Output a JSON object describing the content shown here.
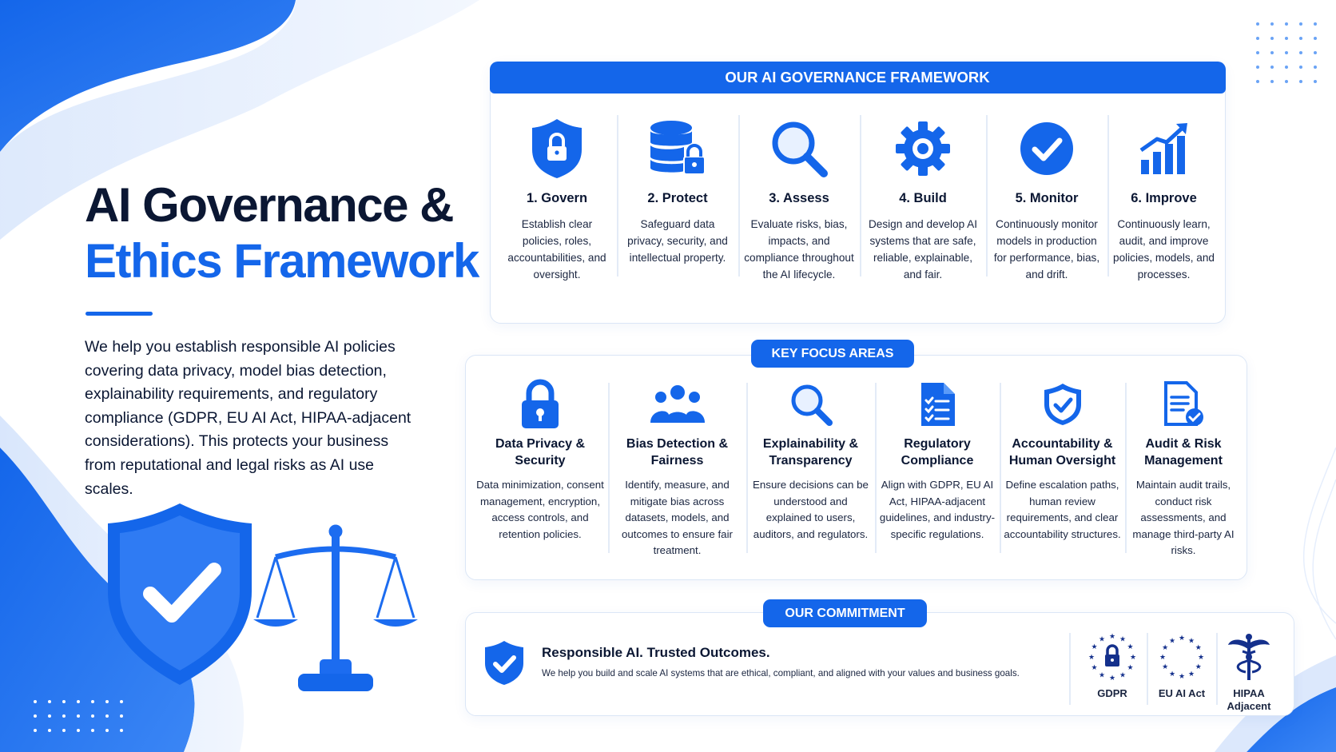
{
  "colors": {
    "primary": "#1466ea",
    "dark": "#0b1733",
    "light": "#e8f1ff"
  },
  "hero": {
    "title_line1": "AI Governance &",
    "title_line2": "Ethics Framework",
    "intro": "We help you establish responsible AI policies covering data privacy, model bias detection, explainability requirements, and regulatory compliance (GDPR, EU AI Act, HIPAA-adjacent considerations). This protects your business from reputational and legal risks as AI use scales.",
    "illustration": [
      "shield-check-icon",
      "scales-icon"
    ]
  },
  "framework": {
    "header": "OUR AI GOVERNANCE FRAMEWORK",
    "steps": [
      {
        "icon": "shield-lock-icon",
        "title": "1. Govern",
        "desc": "Establish clear policies, roles, accountabilities, and oversight."
      },
      {
        "icon": "database-lock-icon",
        "title": "2. Protect",
        "desc": "Safeguard data privacy, security, and intellectual property."
      },
      {
        "icon": "magnifier-icon",
        "title": "3. Assess",
        "desc": "Evaluate risks, bias, impacts, and compliance throughout the AI lifecycle."
      },
      {
        "icon": "gear-icon",
        "title": "4. Build",
        "desc": "Design and develop AI systems that are safe, reliable, explainable, and fair."
      },
      {
        "icon": "check-circle-icon",
        "title": "5. Monitor",
        "desc": "Continuously monitor models in production for performance, bias, and drift."
      },
      {
        "icon": "growth-chart-icon",
        "title": "6. Improve",
        "desc": "Continuously learn, audit, and improve policies, models, and processes."
      }
    ]
  },
  "focus": {
    "header": "KEY FOCUS AREAS",
    "areas": [
      {
        "icon": "padlock-icon",
        "title": "Data Privacy & Security",
        "desc": "Data minimization, consent management, encryption, access controls, and retention policies."
      },
      {
        "icon": "people-group-icon",
        "title": "Bias Detection & Fairness",
        "desc": "Identify, measure, and mitigate bias across datasets, models, and outcomes to ensure fair treatment."
      },
      {
        "icon": "magnifier-icon",
        "title": "Explainability & Transparency",
        "desc": "Ensure decisions can be understood and explained to users, auditors, and regulators."
      },
      {
        "icon": "checklist-document-icon",
        "title": "Regulatory Compliance",
        "desc": "Align with GDPR, EU AI Act, HIPAA-adjacent guidelines, and industry-specific regulations."
      },
      {
        "icon": "shield-check-icon",
        "title": "Accountability & Human Oversight",
        "desc": "Define escalation paths, human review requirements, and clear accountability structures."
      },
      {
        "icon": "audit-document-icon",
        "title": "Audit & Risk Management",
        "desc": "Maintain audit trails, conduct risk assessments, and manage third-party AI risks."
      }
    ]
  },
  "commitment": {
    "header": "OUR COMMITMENT",
    "title": "Responsible AI. Trusted Outcomes.",
    "text": "We help you build and scale AI systems that are ethical, compliant, and aligned with your values and business goals.",
    "badges": [
      {
        "icon": "gdpr-lock-stars-icon",
        "label": "GDPR"
      },
      {
        "icon": "eu-stars-icon",
        "label": "EU AI Act"
      },
      {
        "icon": "caduceus-icon",
        "label": "HIPAA Adjacent"
      }
    ]
  }
}
